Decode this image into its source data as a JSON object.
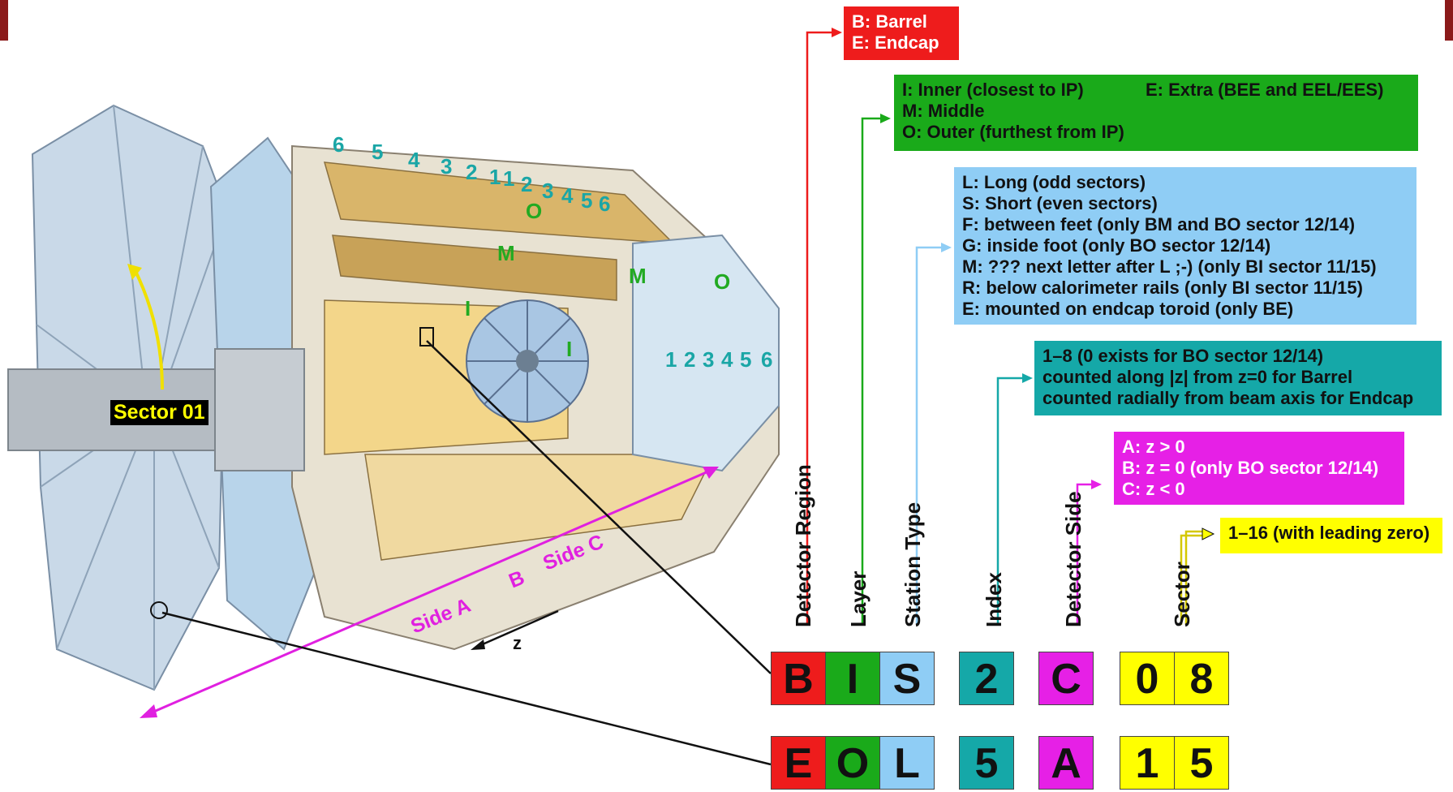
{
  "legend": {
    "region": [
      "B: Barrel",
      "E: Endcap"
    ],
    "layer": [
      "I: Inner (closest to IP)",
      "E: Extra (BEE and EEL/EES)",
      "M: Middle",
      "O: Outer (furthest from IP)"
    ],
    "station_type": [
      "L: Long (odd sectors)",
      "S: Short (even sectors)",
      "F: between feet (only BM and BO sector 12/14)",
      "G: inside foot (only BO sector 12/14)",
      "M: ??? next letter after L ;-) (only BI sector 11/15)",
      "R: below calorimeter rails (only BI sector 11/15)",
      "E: mounted on endcap toroid (only BE)"
    ],
    "index": [
      "1–8 (0 exists for BO sector 12/14)",
      "counted along |z| from z=0 for Barrel",
      "counted radially from beam axis for Endcap"
    ],
    "side": [
      "A: z > 0",
      "B: z = 0 (only BO sector 12/14)",
      "C: z < 0"
    ],
    "sector": "1–16 (with leading zero)"
  },
  "axis_labels": [
    "Detector Region",
    "Layer",
    "Station Type",
    "Index",
    "Detector Side",
    "Sector"
  ],
  "examples": [
    [
      "B",
      "I",
      "S",
      "2",
      "C",
      "0",
      "8"
    ],
    [
      "E",
      "O",
      "L",
      "5",
      "A",
      "1",
      "5"
    ]
  ],
  "detector": {
    "top_numbers": [
      "6",
      "5",
      "4",
      "3",
      "2",
      "1",
      "1",
      "2",
      "3",
      "4",
      "5",
      "6"
    ],
    "right_numbers": [
      "1",
      "2",
      "3",
      "4",
      "5",
      "6"
    ],
    "station_labels": [
      "O",
      "M",
      "M",
      "O",
      "I",
      "I"
    ],
    "sector_label": "Sector 01",
    "side_a": "Side A",
    "side_b": "B",
    "side_c": "Side C",
    "z_label": "z"
  },
  "colors": {
    "region": "#ee1c1c",
    "layer": "#1aaa1a",
    "station_type": "#8fcdf5",
    "index": "#15a8a8",
    "side": "#e620e6",
    "sector": "#ffff00"
  }
}
